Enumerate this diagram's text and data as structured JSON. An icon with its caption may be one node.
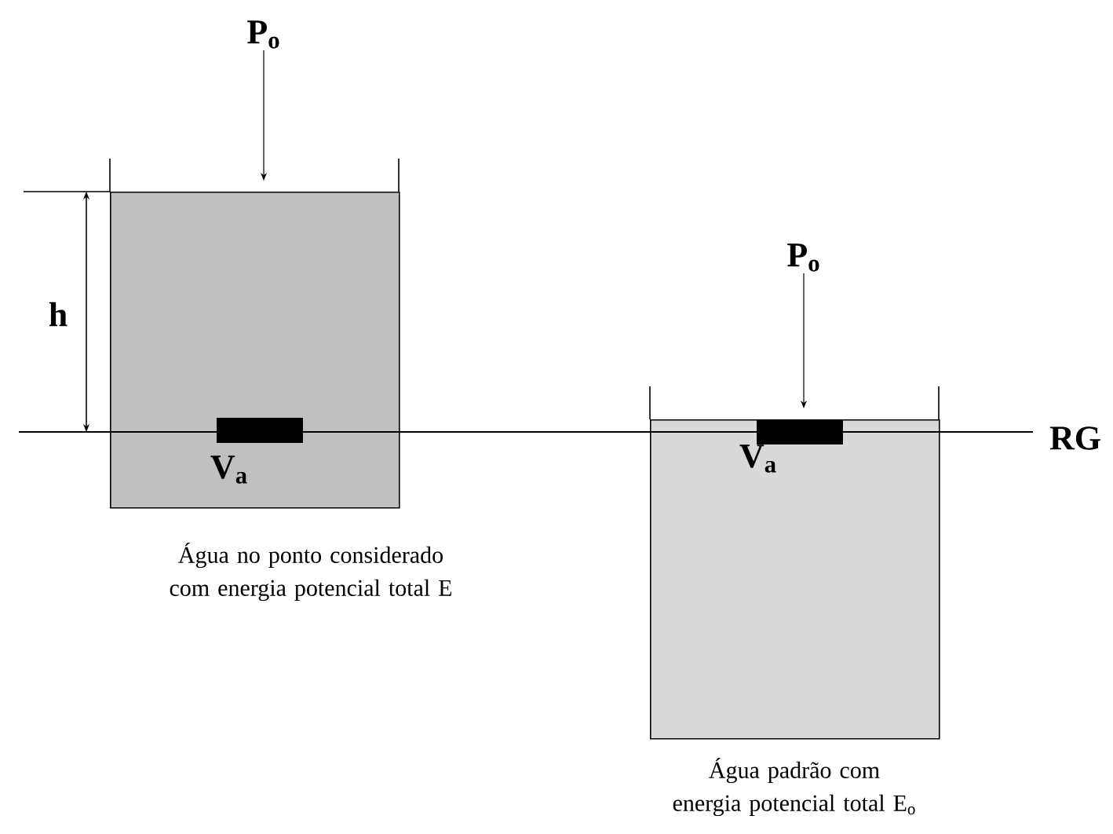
{
  "diagram": {
    "nodes": [
      {
        "text": [],
        "shape": "box",
        "beside": [
          "Água no ponto considerado com energia potencial total E"
        ]
      },
      {
        "text": [],
        "shape": "box",
        "beside": [
          "Água padrão com energia potencial total E$_{o}$"
        ]
      },
      {
        "text": [
          "P$_{o}$"
        ]
      },
      {
        "text": [
          "P$_{o}$"
        ]
      }
    ],
    "edges": [
      {
        "from": 2,
        "to": 0,
        "arrow": "to"
      },
      {
        "from": 3,
        "to": 1,
        "arrow": "to"
      }
    ],
    "labels": [
      "h",
      "V$_{a}$",
      "V$_{a}$",
      "RG"
    ]
  }
}
